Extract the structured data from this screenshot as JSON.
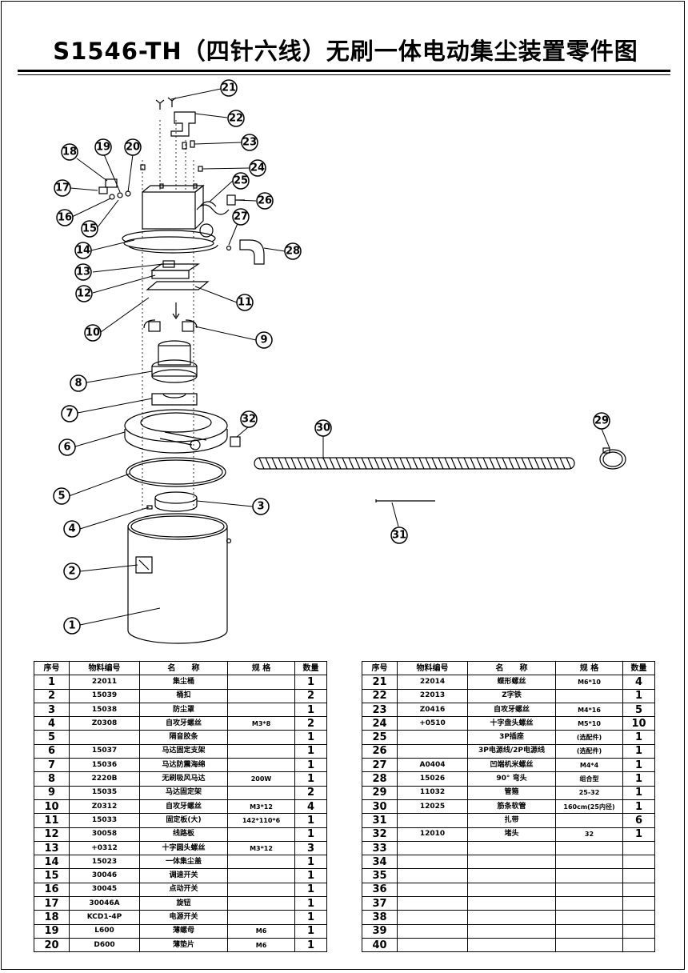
{
  "title": "S1546-TH（四针六线）无刷一体电动集尘装置零件图",
  "headers": {
    "no": "序号",
    "code": "物料编号",
    "name": "名　　称",
    "spec": "规 格",
    "qty": "数量"
  },
  "callouts": [
    "1",
    "2",
    "3",
    "4",
    "5",
    "6",
    "7",
    "8",
    "9",
    "10",
    "11",
    "12",
    "13",
    "14",
    "15",
    "16",
    "17",
    "18",
    "19",
    "20",
    "21",
    "22",
    "23",
    "24",
    "25",
    "26",
    "27",
    "28",
    "29",
    "30",
    "31",
    "32"
  ],
  "parts_left": [
    {
      "no": "1",
      "code": "22011",
      "name": "集尘桶",
      "spec": "",
      "qty": "1"
    },
    {
      "no": "2",
      "code": "15039",
      "name": "桶扣",
      "spec": "",
      "qty": "2"
    },
    {
      "no": "3",
      "code": "15038",
      "name": "防尘罩",
      "spec": "",
      "qty": "1"
    },
    {
      "no": "4",
      "code": "Z0308",
      "name": "自攻牙螺丝",
      "spec": "M3*8",
      "qty": "2"
    },
    {
      "no": "5",
      "code": "",
      "name": "隔音胶条",
      "spec": "",
      "qty": "1"
    },
    {
      "no": "6",
      "code": "15037",
      "name": "马达固定支架",
      "spec": "",
      "qty": "1"
    },
    {
      "no": "7",
      "code": "15036",
      "name": "马达防震海绵",
      "spec": "",
      "qty": "1"
    },
    {
      "no": "8",
      "code": "2220B",
      "name": "无刷吸风马达",
      "spec": "200W",
      "qty": "1"
    },
    {
      "no": "9",
      "code": "15035",
      "name": "马达固定架",
      "spec": "",
      "qty": "2"
    },
    {
      "no": "10",
      "code": "Z0312",
      "name": "自攻牙螺丝",
      "spec": "M3*12",
      "qty": "4"
    },
    {
      "no": "11",
      "code": "15033",
      "name": "固定板(大)",
      "spec": "142*110*6",
      "qty": "1"
    },
    {
      "no": "12",
      "code": "30058",
      "name": "线路板",
      "spec": "",
      "qty": "1"
    },
    {
      "no": "13",
      "code": "+0312",
      "name": "十字圆头螺丝",
      "spec": "M3*12",
      "qty": "3"
    },
    {
      "no": "14",
      "code": "15023",
      "name": "一体集尘盖",
      "spec": "",
      "qty": "1"
    },
    {
      "no": "15",
      "code": "30046",
      "name": "调速开关",
      "spec": "",
      "qty": "1"
    },
    {
      "no": "16",
      "code": "30045",
      "name": "点动开关",
      "spec": "",
      "qty": "1"
    },
    {
      "no": "17",
      "code": "30046A",
      "name": "旋钮",
      "spec": "",
      "qty": "1"
    },
    {
      "no": "18",
      "code": "KCD1-4P",
      "name": "电源开关",
      "spec": "",
      "qty": "1"
    },
    {
      "no": "19",
      "code": "L600",
      "name": "薄螺母",
      "spec": "M6",
      "qty": "1"
    },
    {
      "no": "20",
      "code": "D600",
      "name": "薄垫片",
      "spec": "M6",
      "qty": "1"
    }
  ],
  "parts_right": [
    {
      "no": "21",
      "code": "22014",
      "name": "蝶形螺丝",
      "spec": "M6*10",
      "qty": "4"
    },
    {
      "no": "22",
      "code": "22013",
      "name": "Z字铁",
      "spec": "",
      "qty": "1"
    },
    {
      "no": "23",
      "code": "Z0416",
      "name": "自攻牙螺丝",
      "spec": "M4*16",
      "qty": "5"
    },
    {
      "no": "24",
      "code": "+0510",
      "name": "十字盘头螺丝",
      "spec": "M5*10",
      "qty": "10"
    },
    {
      "no": "25",
      "code": "",
      "name": "3P插座",
      "spec": "(选配件)",
      "qty": "1"
    },
    {
      "no": "26",
      "code": "",
      "name": "3P电源线/2P电源线",
      "spec": "(选配件)",
      "qty": "1"
    },
    {
      "no": "27",
      "code": "A0404",
      "name": "凹端机米螺丝",
      "spec": "M4*4",
      "qty": "1"
    },
    {
      "no": "28",
      "code": "15026",
      "name": "90° 弯头",
      "spec": "组合型",
      "qty": "1"
    },
    {
      "no": "29",
      "code": "11032",
      "name": "管箍",
      "spec": "25-32",
      "qty": "1"
    },
    {
      "no": "30",
      "code": "12025",
      "name": "筋条软管",
      "spec": "160cm(25内径)",
      "qty": "1"
    },
    {
      "no": "31",
      "code": "",
      "name": "扎带",
      "spec": "",
      "qty": "6"
    },
    {
      "no": "32",
      "code": "12010",
      "name": "堵头",
      "spec": "32",
      "qty": "1"
    },
    {
      "no": "33",
      "code": "",
      "name": "",
      "spec": "",
      "qty": ""
    },
    {
      "no": "34",
      "code": "",
      "name": "",
      "spec": "",
      "qty": ""
    },
    {
      "no": "35",
      "code": "",
      "name": "",
      "spec": "",
      "qty": ""
    },
    {
      "no": "36",
      "code": "",
      "name": "",
      "spec": "",
      "qty": ""
    },
    {
      "no": "37",
      "code": "",
      "name": "",
      "spec": "",
      "qty": ""
    },
    {
      "no": "38",
      "code": "",
      "name": "",
      "spec": "",
      "qty": ""
    },
    {
      "no": "39",
      "code": "",
      "name": "",
      "spec": "",
      "qty": ""
    },
    {
      "no": "40",
      "code": "",
      "name": "",
      "spec": "",
      "qty": ""
    }
  ]
}
